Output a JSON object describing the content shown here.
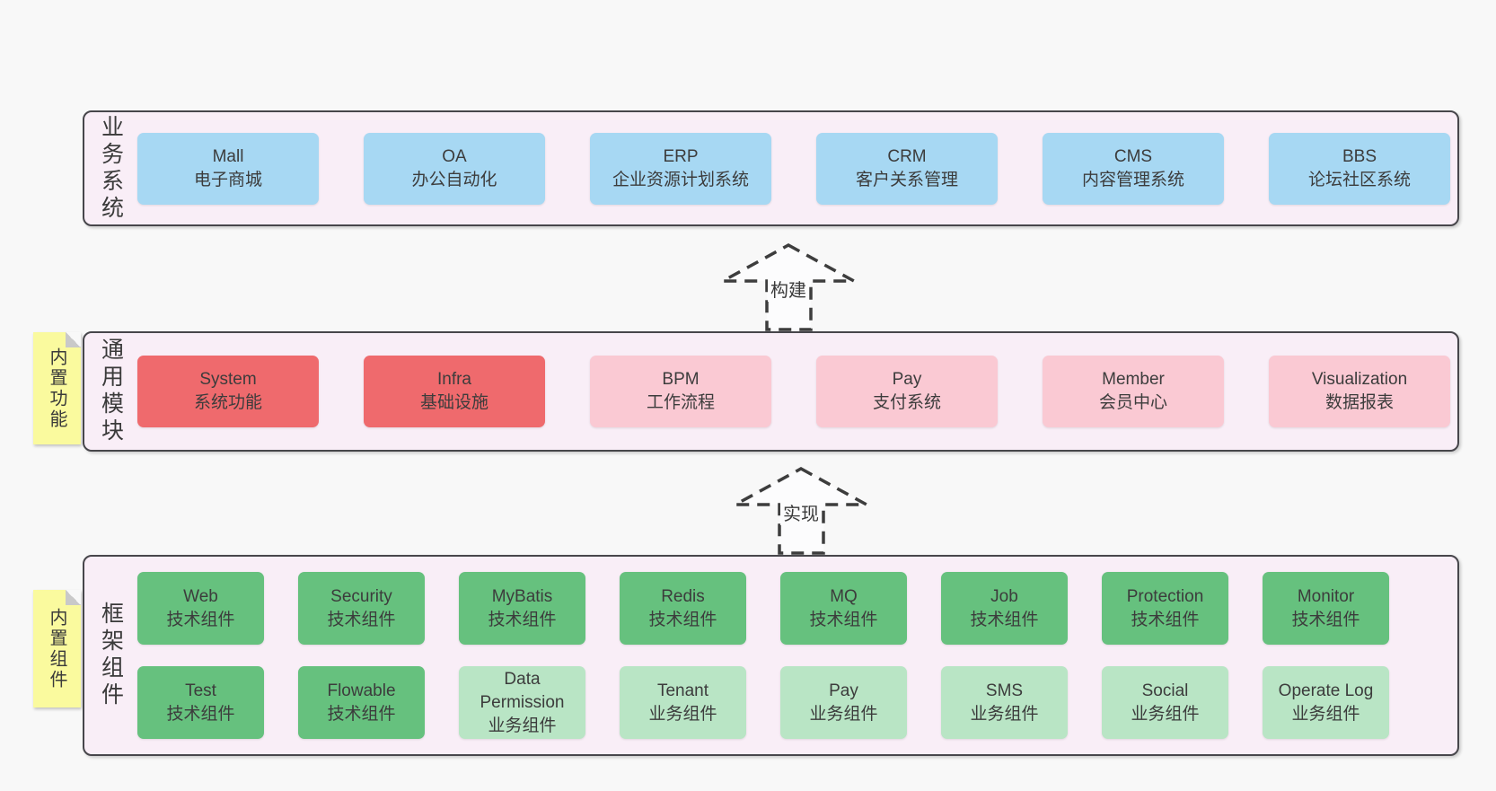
{
  "colors": {
    "page_bg": "#f8f8f8",
    "band_fill": "#f9eef7",
    "band_border": "#47464b",
    "box_blue": "#a7d8f3",
    "box_red": "#ef6a6d",
    "box_pink": "#fac9d3",
    "box_green": "#66c17e",
    "box_lightgreen": "#b9e5c5",
    "sticky_yellow": "#fafa9e",
    "text": "#3c3c3c"
  },
  "arrows": [
    {
      "label": "构建"
    },
    {
      "label": "实现"
    }
  ],
  "bands": [
    {
      "label": "业务系统",
      "boxes": [
        {
          "name": "Mall",
          "desc": "电子商城",
          "type": "blue"
        },
        {
          "name": "OA",
          "desc": "办公自动化",
          "type": "blue"
        },
        {
          "name": "ERP",
          "desc": "企业资源计划系统",
          "type": "blue"
        },
        {
          "name": "CRM",
          "desc": "客户关系管理",
          "type": "blue"
        },
        {
          "name": "CMS",
          "desc": "内容管理系统",
          "type": "blue"
        },
        {
          "name": "BBS",
          "desc": "论坛社区系统",
          "type": "blue"
        }
      ]
    },
    {
      "label": "通用模块",
      "sticky": "内置功能",
      "boxes": [
        {
          "name": "System",
          "desc": "系统功能",
          "type": "red"
        },
        {
          "name": "Infra",
          "desc": "基础设施",
          "type": "red"
        },
        {
          "name": "BPM",
          "desc": "工作流程",
          "type": "pink"
        },
        {
          "name": "Pay",
          "desc": "支付系统",
          "type": "pink"
        },
        {
          "name": "Member",
          "desc": "会员中心",
          "type": "pink"
        },
        {
          "name": "Visualization",
          "desc": "数据报表",
          "type": "pink"
        }
      ]
    },
    {
      "label": "框架组件",
      "sticky": "内置组件",
      "rows": [
        [
          {
            "name": "Web",
            "desc": "技术组件",
            "type": "green"
          },
          {
            "name": "Security",
            "desc": "技术组件",
            "type": "green"
          },
          {
            "name": "MyBatis",
            "desc": "技术组件",
            "type": "green"
          },
          {
            "name": "Redis",
            "desc": "技术组件",
            "type": "green"
          },
          {
            "name": "MQ",
            "desc": "技术组件",
            "type": "green"
          },
          {
            "name": "Job",
            "desc": "技术组件",
            "type": "green"
          },
          {
            "name": "Protection",
            "desc": "技术组件",
            "type": "green"
          },
          {
            "name": "Monitor",
            "desc": "技术组件",
            "type": "green"
          }
        ],
        [
          {
            "name": "Test",
            "desc": "技术组件",
            "type": "green"
          },
          {
            "name": "Flowable",
            "desc": "技术组件",
            "type": "green"
          },
          {
            "name": "Data Permission",
            "desc": "业务组件",
            "type": "lightgreen"
          },
          {
            "name": "Tenant",
            "desc": "业务组件",
            "type": "lightgreen"
          },
          {
            "name": "Pay",
            "desc": "业务组件",
            "type": "lightgreen"
          },
          {
            "name": "SMS",
            "desc": "业务组件",
            "type": "lightgreen"
          },
          {
            "name": "Social",
            "desc": "业务组件",
            "type": "lightgreen"
          },
          {
            "name": "Operate Log",
            "desc": "业务组件",
            "type": "lightgreen"
          }
        ]
      ]
    }
  ]
}
